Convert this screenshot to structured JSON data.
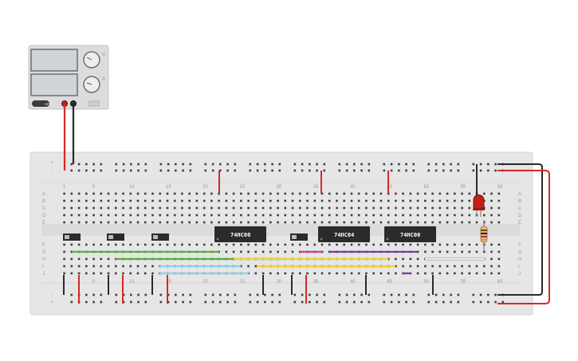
{
  "power_supply": {
    "button_label": "OFF",
    "knob_labels": [
      "V",
      "A"
    ]
  },
  "breadboard": {
    "column_numbers": [
      "1",
      "5",
      "10",
      "15",
      "20",
      "25",
      "30",
      "35",
      "40",
      "45",
      "50",
      "55",
      "60"
    ],
    "row_letters_top": [
      "A",
      "B",
      "C",
      "D",
      "E"
    ],
    "row_letters_bottom": [
      "F",
      "G",
      "H",
      "I",
      "J"
    ],
    "rail_signs": [
      "+",
      "-"
    ]
  },
  "chips": [
    {
      "id": "chip-1",
      "label": "74HC00"
    },
    {
      "id": "chip-2",
      "label": "74HC04"
    },
    {
      "id": "chip-3",
      "label": "74HC00"
    }
  ],
  "colors": {
    "red_wire": "#d62828",
    "black_wire": "#2a2a2a",
    "green_wire": "#55b037",
    "yellow_wire": "#f2d230",
    "blue_wire": "#8fd0ea",
    "purple_wire": "#7d3a9a",
    "magenta_wire": "#d63a8c",
    "white_wire": "#f4f4f4",
    "board": "#e6e6e6",
    "chip": "#2b2b2b",
    "led": "#c0201a"
  }
}
